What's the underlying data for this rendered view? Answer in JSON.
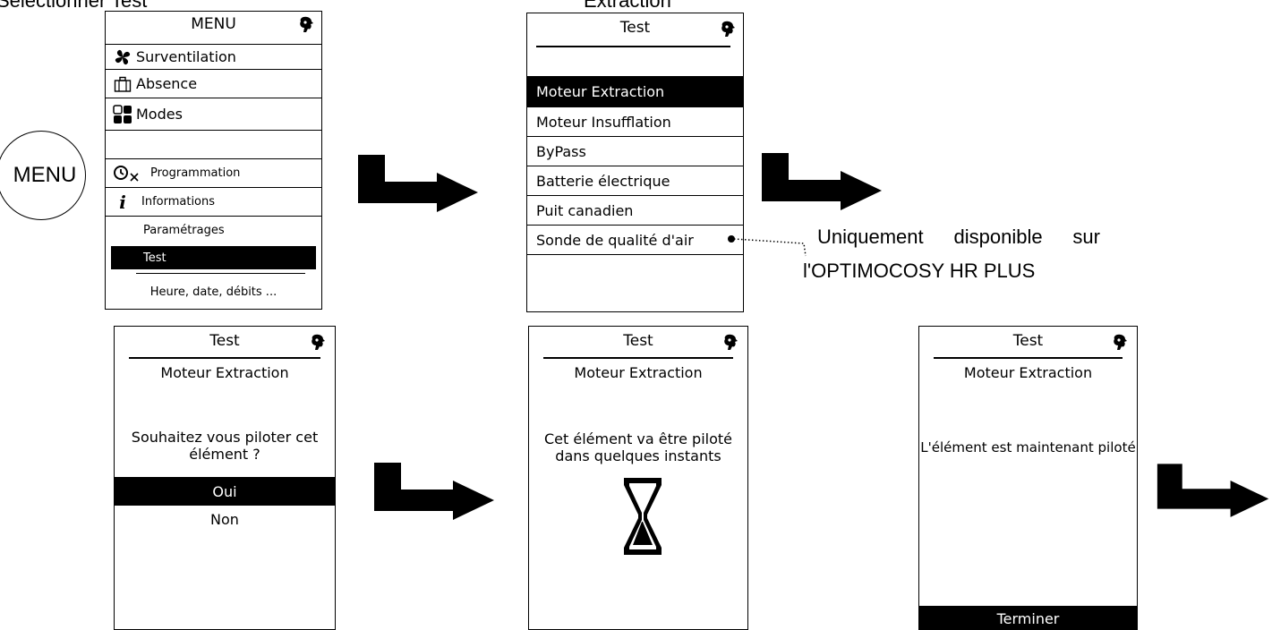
{
  "top_captions": {
    "left": "Sélectionner Test",
    "middle": "Extraction"
  },
  "menu_button": {
    "label": "MENU"
  },
  "screen_menu": {
    "title": "MENU",
    "items": [
      {
        "label": "Surventilation",
        "icon": "fan-icon"
      },
      {
        "label": "Absence",
        "icon": "suitcase-icon"
      },
      {
        "label": "Modes",
        "icon": "modes-grid-icon"
      },
      {
        "label": "",
        "icon": ""
      },
      {
        "label": "Programmation",
        "icon": "clock-x-icon"
      },
      {
        "label": "Informations",
        "icon": "info-icon"
      },
      {
        "label": "Paramétrages",
        "icon": ""
      },
      {
        "label": "Test",
        "icon": "",
        "selected": true
      },
      {
        "label": "Heure, date, débits ...",
        "icon": ""
      }
    ]
  },
  "screen_test_list": {
    "title": "Test",
    "items": [
      {
        "label": "Moteur Extraction",
        "selected": true
      },
      {
        "label": "Moteur Insufflation"
      },
      {
        "label": "ByPass"
      },
      {
        "label": "Batterie électrique"
      },
      {
        "label": "Puit canadien"
      },
      {
        "label": "Sonde de qualité d'air"
      }
    ]
  },
  "note": {
    "line1": "Uniquement disponible sur",
    "line2": "l'OPTIMOCOSY HR PLUS"
  },
  "screen_confirm": {
    "title": "Test",
    "subtitle": "Moteur Extraction",
    "question_line1": "Souhaitez vous piloter cet",
    "question_line2": "élément ?",
    "yes": "Oui",
    "no": "Non"
  },
  "screen_wait": {
    "title": "Test",
    "subtitle": "Moteur Extraction",
    "msg_line1": "Cet élément va être piloté",
    "msg_line2": "dans quelques instants",
    "icon": "hourglass-icon"
  },
  "screen_done": {
    "title": "Test",
    "subtitle": "Moteur Extraction",
    "msg": "L'élément est maintenant piloté",
    "finish": "Terminer"
  }
}
